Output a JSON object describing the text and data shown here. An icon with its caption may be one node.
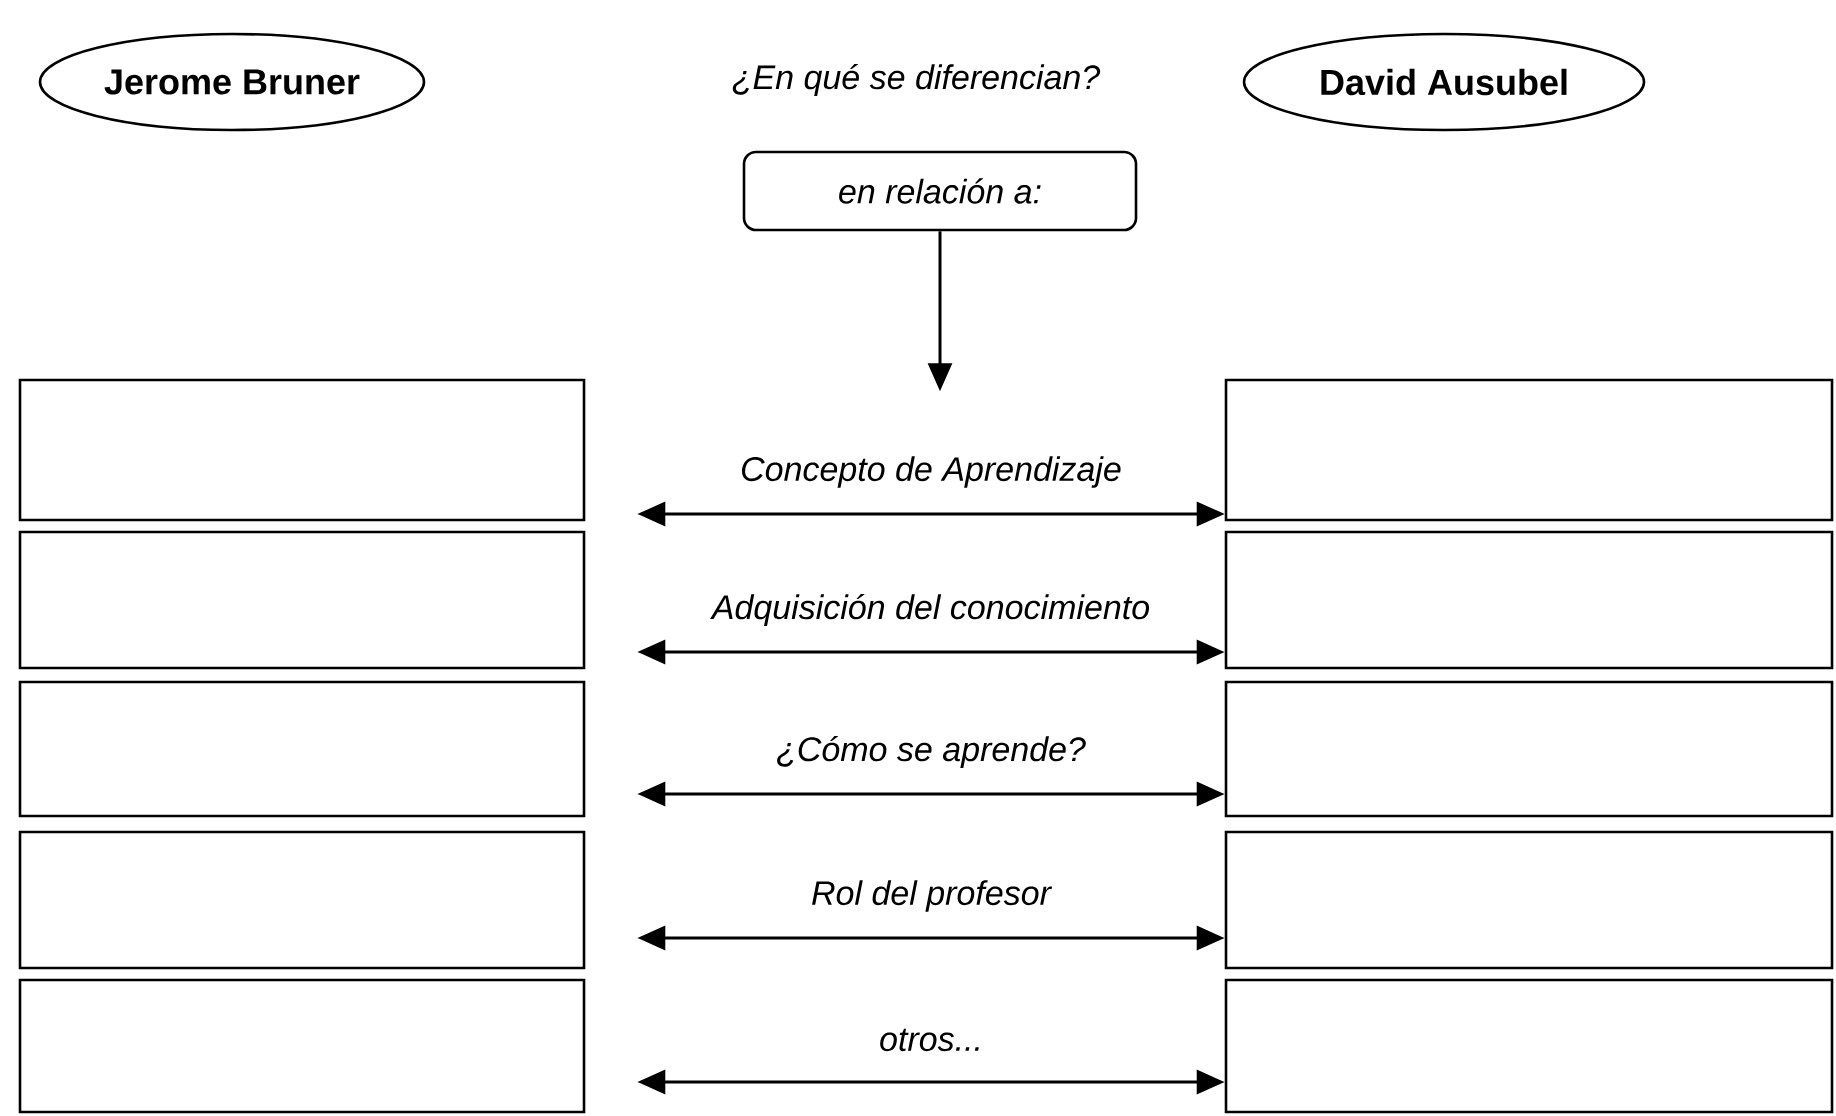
{
  "diagram": {
    "title": "¿En qué se diferencian?",
    "nodes": [
      {
        "text": [
          "Jerome Bruner"
        ]
      },
      {
        "text": [
          "David Ausubel"
        ]
      },
      {
        "text": [
          "en relación a:"
        ]
      },
      {
        "text": [],
        "shape": "box"
      },
      {
        "text": [],
        "shape": "box"
      },
      {
        "text": [],
        "shape": "box"
      },
      {
        "text": [],
        "shape": "box"
      },
      {
        "text": [],
        "shape": "box"
      },
      {
        "text": [],
        "shape": "box"
      },
      {
        "text": [],
        "shape": "box"
      },
      {
        "text": [],
        "shape": "box"
      },
      {
        "text": [],
        "shape": "box"
      },
      {
        "text": [],
        "shape": "box"
      }
    ],
    "edges": [
      {
        "from": 2,
        "to": null,
        "arrow": "to"
      },
      {
        "from": 3,
        "to": 4,
        "arrow": "both",
        "label": "Concepto de Aprendizaje"
      },
      {
        "from": 5,
        "to": 6,
        "arrow": "both",
        "label": "Adquisición del conocimiento"
      },
      {
        "from": 7,
        "to": 8,
        "arrow": "both",
        "label": "¿Cómo se aprende?"
      },
      {
        "from": 9,
        "to": 10,
        "arrow": "both",
        "label": "Rol del profesor"
      },
      {
        "from": 11,
        "to": 12,
        "arrow": "both",
        "label": "otros..."
      }
    ]
  }
}
